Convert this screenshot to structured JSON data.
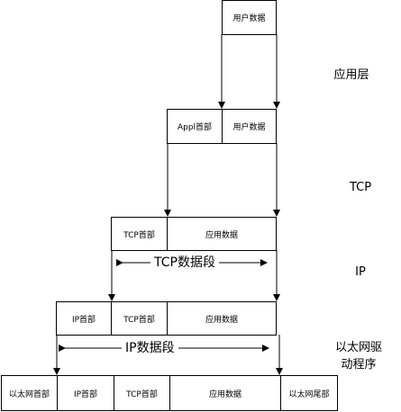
{
  "layers": {
    "app": "应用层",
    "tcp": "TCP",
    "ip": "IP",
    "eth_line1": "以太网驱",
    "eth_line2": "动程序"
  },
  "row1": {
    "user_data": "用户数据"
  },
  "row2": {
    "appl_header": "Appl首部",
    "user_data": "用户数据"
  },
  "row3": {
    "tcp_header": "TCP首部",
    "app_data": "应用数据",
    "segment_label": "TCP数据段"
  },
  "row4": {
    "ip_header": "IP首部",
    "tcp_header": "TCP首部",
    "app_data": "应用数据",
    "segment_label": "IP数据段"
  },
  "row5": {
    "eth_header": "以太网首部",
    "ip_header": "IP首部",
    "tcp_header": "TCP首部",
    "app_data": "应用数据",
    "eth_trailer": "以太网尾部"
  }
}
